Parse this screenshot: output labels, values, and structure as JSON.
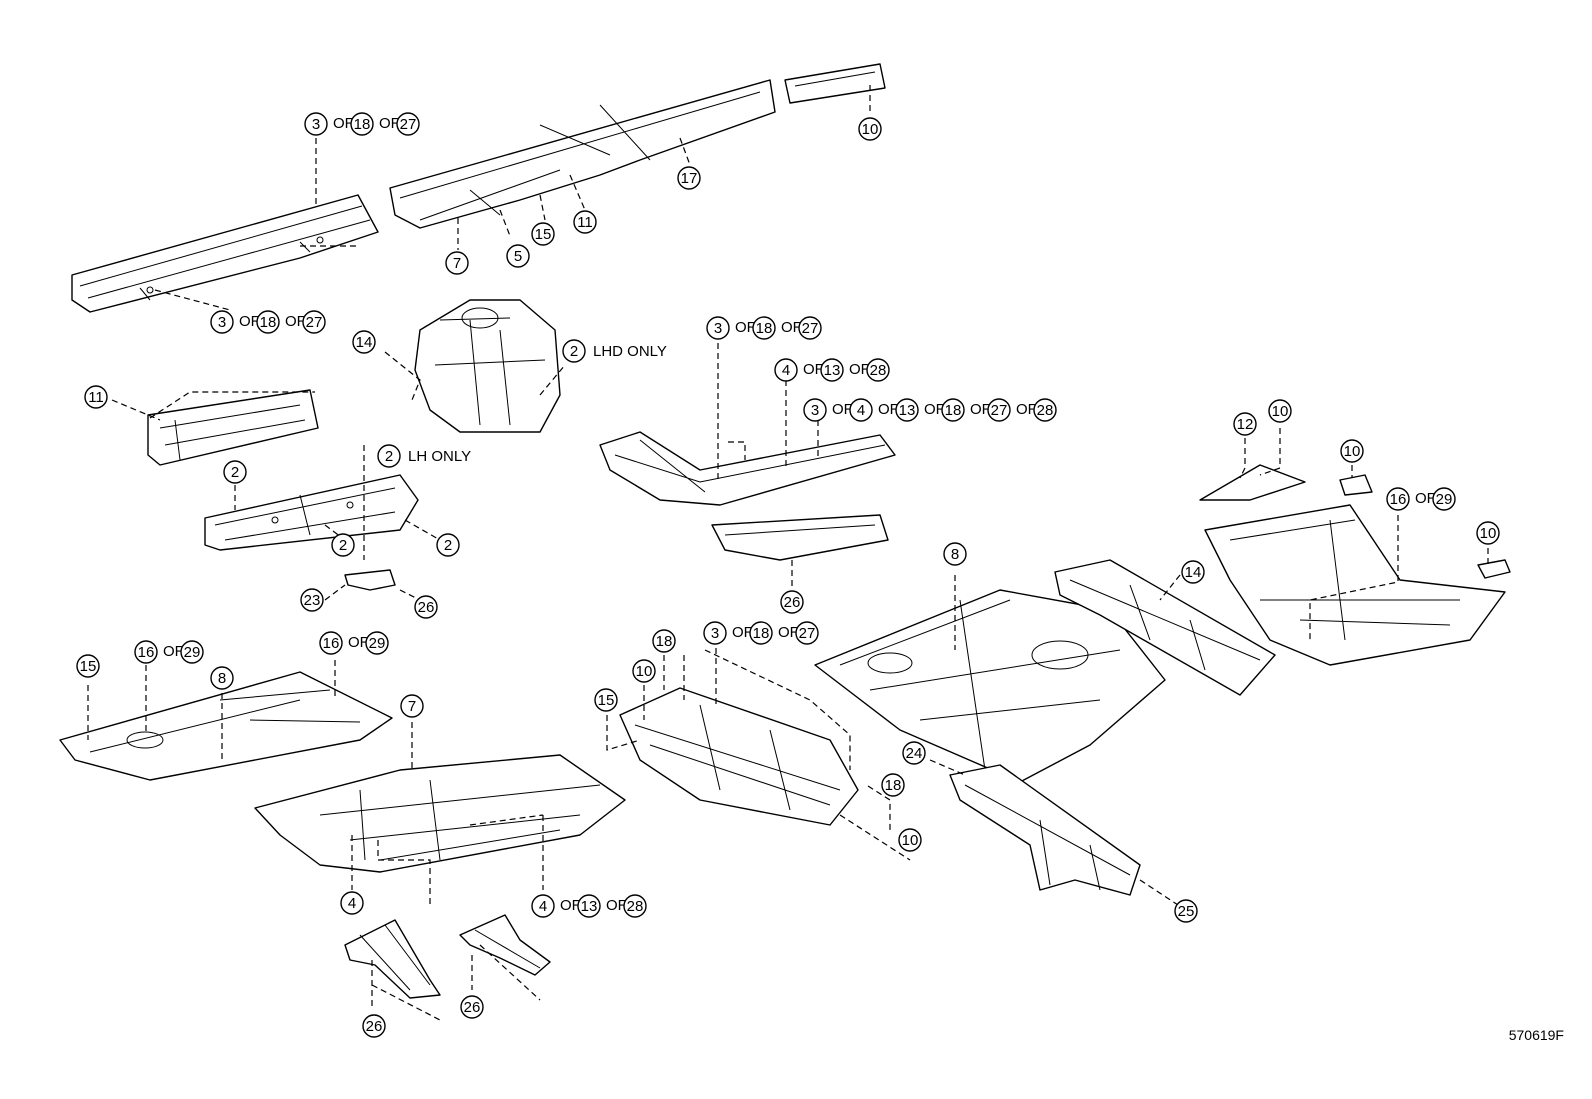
{
  "figure_code": "570619F",
  "callouts": [
    {
      "id": "c1",
      "parts": [
        "3",
        "18",
        "27"
      ]
    },
    {
      "id": "c2",
      "parts": [
        "10"
      ]
    },
    {
      "id": "c3",
      "parts": [
        "17"
      ]
    },
    {
      "id": "c4",
      "parts": [
        "11"
      ]
    },
    {
      "id": "c5",
      "parts": [
        "15"
      ]
    },
    {
      "id": "c6",
      "parts": [
        "5"
      ]
    },
    {
      "id": "c7",
      "parts": [
        "7"
      ]
    },
    {
      "id": "c8",
      "parts": [
        "3",
        "18",
        "27"
      ]
    },
    {
      "id": "c9",
      "parts": [
        "14"
      ]
    },
    {
      "id": "c10",
      "parts": [
        "2"
      ],
      "note": "LHD ONLY"
    },
    {
      "id": "c11",
      "parts": [
        "11"
      ]
    },
    {
      "id": "c12",
      "parts": [
        "2"
      ],
      "note": "LH ONLY"
    },
    {
      "id": "c13",
      "parts": [
        "2"
      ]
    },
    {
      "id": "c14",
      "parts": [
        "2"
      ]
    },
    {
      "id": "c15",
      "parts": [
        "2"
      ]
    },
    {
      "id": "c16",
      "parts": [
        "23"
      ]
    },
    {
      "id": "c17",
      "parts": [
        "26"
      ]
    },
    {
      "id": "c18",
      "parts": [
        "3",
        "18",
        "27"
      ]
    },
    {
      "id": "c19",
      "parts": [
        "4",
        "13",
        "28"
      ]
    },
    {
      "id": "c20",
      "parts": [
        "3",
        "4",
        "13",
        "18",
        "27",
        "28"
      ]
    },
    {
      "id": "c21",
      "parts": [
        "26"
      ]
    },
    {
      "id": "c22",
      "parts": [
        "12"
      ]
    },
    {
      "id": "c23",
      "parts": [
        "10"
      ]
    },
    {
      "id": "c24",
      "parts": [
        "10"
      ]
    },
    {
      "id": "c25",
      "parts": [
        "16",
        "29"
      ]
    },
    {
      "id": "c26",
      "parts": [
        "10"
      ]
    },
    {
      "id": "c27",
      "parts": [
        "8"
      ]
    },
    {
      "id": "c28",
      "parts": [
        "14"
      ]
    },
    {
      "id": "c29",
      "parts": [
        "15"
      ]
    },
    {
      "id": "c30",
      "parts": [
        "16",
        "29"
      ]
    },
    {
      "id": "c31",
      "parts": [
        "16",
        "29"
      ]
    },
    {
      "id": "c32",
      "parts": [
        "8"
      ]
    },
    {
      "id": "c33",
      "parts": [
        "7"
      ]
    },
    {
      "id": "c34",
      "parts": [
        "4"
      ]
    },
    {
      "id": "c35",
      "parts": [
        "4",
        "13",
        "28"
      ]
    },
    {
      "id": "c36",
      "parts": [
        "18"
      ]
    },
    {
      "id": "c37",
      "parts": [
        "3",
        "18",
        "27"
      ]
    },
    {
      "id": "c38",
      "parts": [
        "10"
      ]
    },
    {
      "id": "c39",
      "parts": [
        "15"
      ]
    },
    {
      "id": "c40",
      "parts": [
        "18"
      ]
    },
    {
      "id": "c41",
      "parts": [
        "10"
      ]
    },
    {
      "id": "c42",
      "parts": [
        "24"
      ]
    },
    {
      "id": "c43",
      "parts": [
        "25"
      ]
    },
    {
      "id": "c44",
      "parts": [
        "26"
      ]
    },
    {
      "id": "c45",
      "parts": [
        "26"
      ]
    }
  ],
  "separator": "OR"
}
